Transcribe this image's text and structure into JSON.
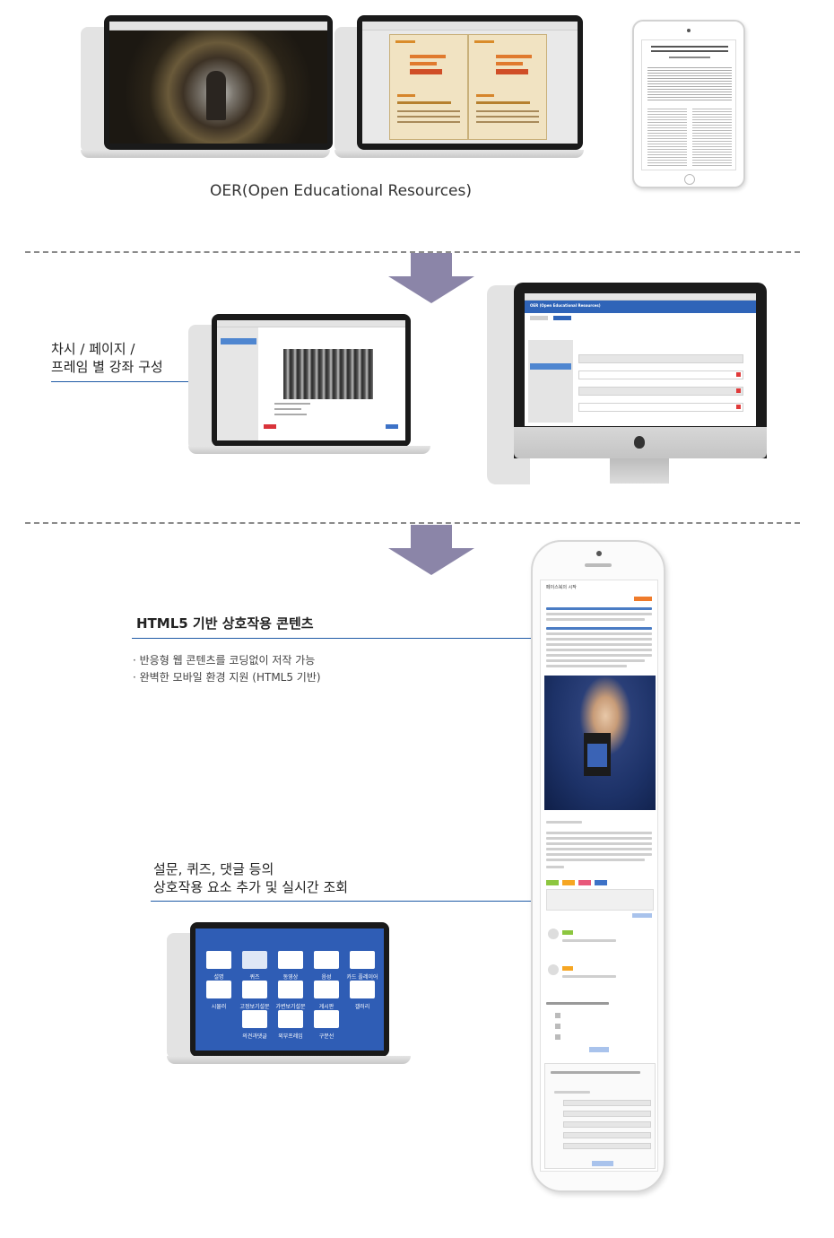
{
  "section1": {
    "caption": "OER(Open Educational Resources)"
  },
  "section2": {
    "label_line1": "차시 / 페이지 /",
    "label_line2": "프레임 별 강좌 구성",
    "imac_header": "OER (Open Educational Resources)"
  },
  "section3": {
    "heading": "HTML5 기반 상호작용 콘텐츠",
    "bullets": [
      "· 반응형 웹 콘텐츠를 코딩없이 저작 가능",
      "· 완벽한 모바일 환경 지원 (HTML5 기반)"
    ],
    "feature_line1": "설문, 퀴즈, 댓글 등의",
    "feature_line2": "상호작용 요소 추가 및 실시간 조회",
    "tiles": [
      "설명",
      "퀴즈",
      "동영상",
      "음성",
      "카드 플레이어",
      "시뮬러",
      "고정보기설문",
      "가변보기설문",
      "게시판",
      "갤러리",
      "의견과댓글",
      "외부프레임",
      "구분선"
    ],
    "phone_title": "페이스북의 시작"
  },
  "colors": {
    "arrow": "#8b85a8",
    "accent": "#1f5aa6",
    "tile_bg": "#2f5db5"
  }
}
